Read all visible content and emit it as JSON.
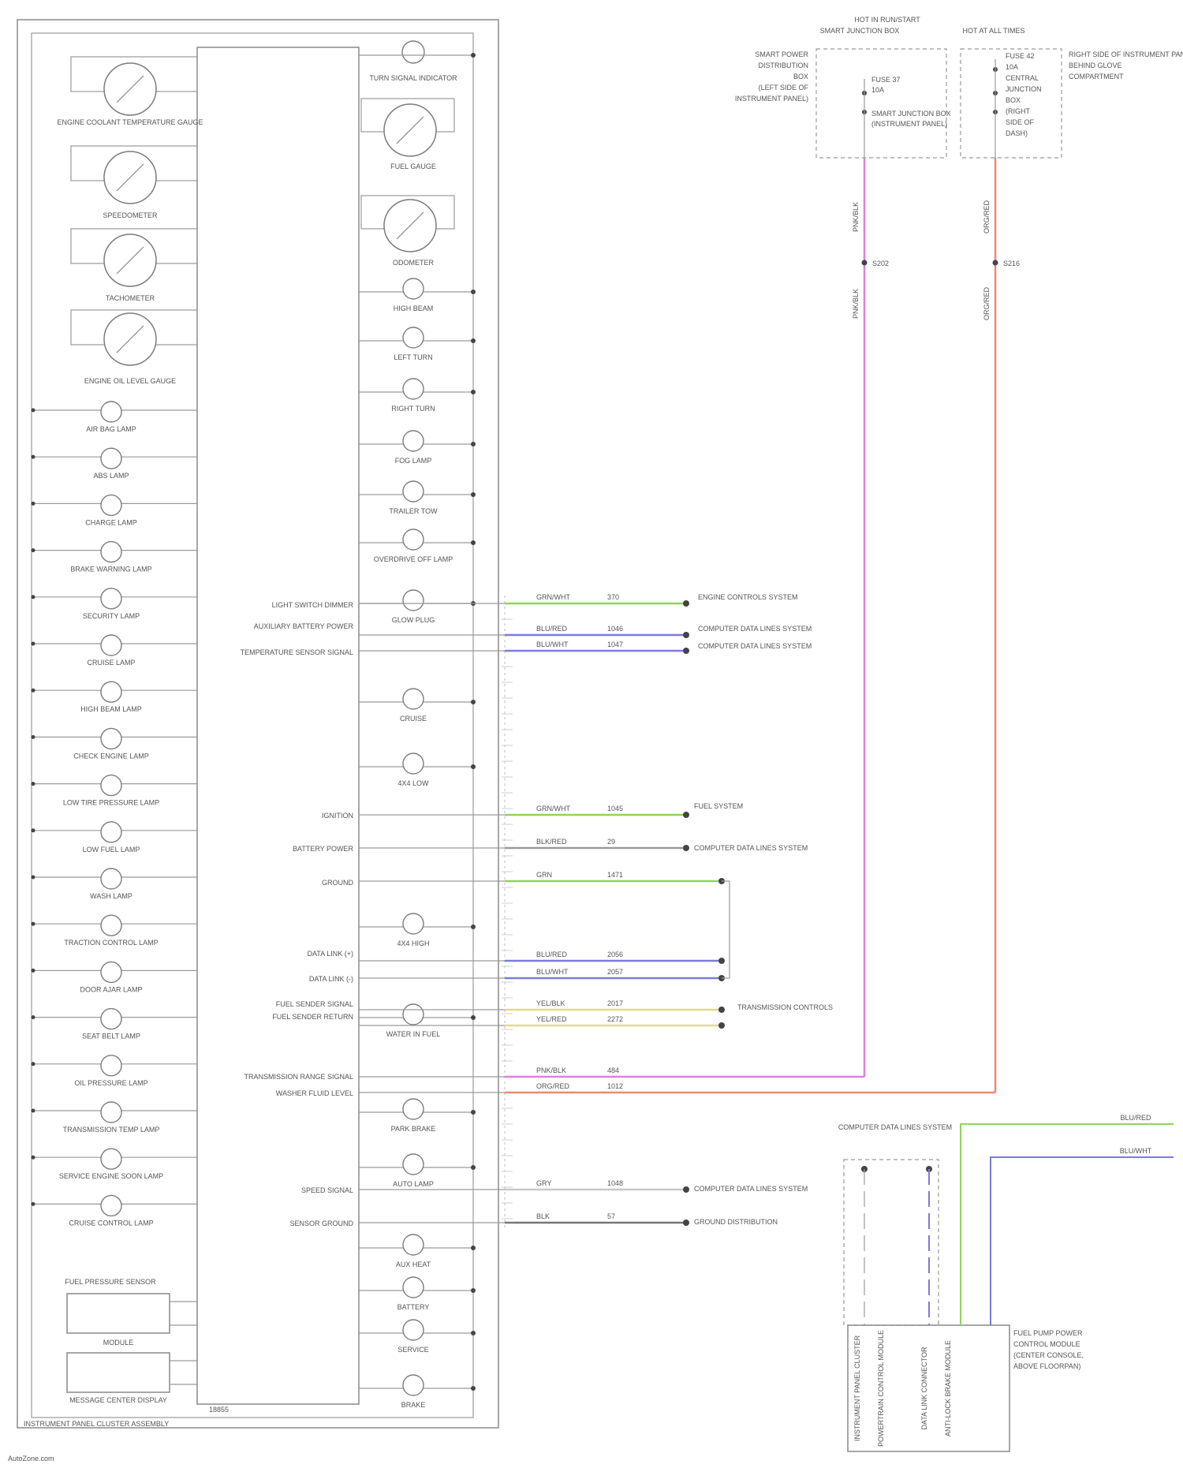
{
  "diagram": {
    "caption": "INSTRUMENT PANEL CLUSTER ASSEMBLY",
    "footer_code": "18855",
    "module_note": "MODULE",
    "left_column": {
      "gauges": [
        "ENGINE COOLANT TEMPERATURE GAUGE",
        "SPEEDOMETER",
        "TACHOMETER",
        "ENGINE OIL LEVEL GAUGE"
      ],
      "lamps": [
        "AIR BAG LAMP",
        "ABS LAMP",
        "CHARGE LAMP",
        "BRAKE WARNING LAMP",
        "SECURITY LAMP",
        "CRUISE LAMP",
        "HIGH BEAM LAMP",
        "CHECK ENGINE LAMP",
        "LOW TIRE PRESSURE LAMP",
        "LOW FUEL LAMP",
        "WASH LAMP",
        "TRACTION CONTROL LAMP",
        "DOOR AJAR LAMP",
        "SEAT BELT LAMP",
        "OIL PRESSURE LAMP",
        "TRANSMISSION TEMP LAMP",
        "SERVICE ENGINE SOON LAMP",
        "CRUISE CONTROL LAMP"
      ],
      "boxes": [
        "FUEL PRESSURE SENSOR",
        "MESSAGE CENTER DISPLAY"
      ]
    },
    "right_column": {
      "top_lamp": "TURN SIGNAL INDICATOR",
      "gauges": [
        "FUEL GAUGE",
        "ODOMETER"
      ],
      "lamps": [
        "HIGH BEAM",
        "LEFT TURN",
        "RIGHT TURN",
        "FOG LAMP",
        "TRAILER TOW",
        "OVERDRIVE OFF LAMP",
        "GLOW PLUG",
        "CRUISE",
        "4X4 LOW",
        "4X4 HIGH",
        "WATER IN FUEL",
        "PARK BRAKE",
        "AUTO LAMP",
        "AUX HEAT",
        "BATTERY",
        "SERVICE",
        "BRAKE"
      ]
    },
    "pin_labels": [
      "LIGHT SWITCH DIMMER",
      "AUXILIARY BATTERY POWER",
      "TEMPERATURE SENSOR SIGNAL",
      "IGNITION",
      "BATTERY POWER",
      "GROUND",
      "DATA LINK (+)",
      "DATA LINK (-)",
      "FUEL SENDER SIGNAL",
      "FUEL SENDER RETURN",
      "TRANSMISSION RANGE SIGNAL",
      "WASHER FLUID LEVEL",
      "SPEED SIGNAL",
      "SENSOR GROUND"
    ],
    "destinations": [
      "ENGINE CONTROLS SYSTEM",
      "COMPUTER DATA LINES SYSTEM",
      "COMPUTER DATA LINES SYSTEM",
      "FUEL SYSTEM",
      "COMPUTER DATA LINES SYSTEM",
      "TRANSMISSION CONTROLS",
      "COMPUTER DATA LINES SYSTEM",
      "GROUND DISTRIBUTION"
    ],
    "wires": [
      {
        "color": "GRN/WHT",
        "circuit": "370",
        "stroke": "#8fd45a"
      },
      {
        "color": "BLU/RED",
        "circuit": "1046",
        "stroke": "#7b7bdc"
      },
      {
        "color": "BLU/WHT",
        "circuit": "1047",
        "stroke": "#7b7bdc"
      },
      {
        "color": "GRN/WHT",
        "circuit": "1045",
        "stroke": "#8fd45a"
      },
      {
        "color": "BLK/RED",
        "circuit": "29",
        "stroke": "#9a9a9a"
      },
      {
        "color": "GRN",
        "circuit": "1471",
        "stroke": "#8fd45a"
      },
      {
        "color": "BLU/RED",
        "circuit": "2056",
        "stroke": "#7b7bdc"
      },
      {
        "color": "BLU/WHT",
        "circuit": "2057",
        "stroke": "#7b7bdc"
      },
      {
        "color": "YEL/BLK",
        "circuit": "2017",
        "stroke": "#e0dc8a"
      },
      {
        "color": "YEL/RED",
        "circuit": "2272",
        "stroke": "#e0dc8a"
      },
      {
        "color": "PNK/BLK",
        "circuit": "484",
        "stroke": "#e07de0"
      },
      {
        "color": "ORG/RED",
        "circuit": "1012",
        "stroke": "#ee8878"
      },
      {
        "color": "GRY",
        "circuit": "1048",
        "stroke": "#c8c8c8"
      },
      {
        "color": "BLK",
        "circuit": "57",
        "stroke": "#777777"
      }
    ],
    "fuse_blocks": [
      {
        "title": "HOT IN RUN/START",
        "subtitle": "SMART JUNCTION BOX",
        "lines": [
          "FUSE 37",
          "10A",
          "SMART JUNCTION BOX",
          "(INSTRUMENT PANEL)"
        ],
        "side_lines": [
          "SMART POWER",
          "DISTRIBUTION",
          "BOX",
          "(LEFT SIDE OF",
          "INSTRUMENT PANEL)"
        ],
        "wire_label": "PNK/BLK",
        "splice": "S202"
      },
      {
        "title": "HOT AT ALL TIMES",
        "subtitle": "",
        "lines": [
          "FUSE 42",
          "10A",
          "CENTRAL",
          "JUNCTION",
          "BOX",
          "(RIGHT",
          "SIDE OF",
          "DASH)"
        ],
        "side_lines": [
          "RIGHT SIDE OF INSTRUMENT PANEL",
          "BEHIND GLOVE",
          "COMPARTMENT"
        ],
        "wire_label": "ORG/RED",
        "splice": "S216"
      }
    ],
    "bottom_right": {
      "box_title": "COMPUTER DATA LINES SYSTEM",
      "labels": [
        "INSTRUMENT PANEL CLUSTER",
        "POWERTRAIN CONTROL MODULE",
        "DATA LINK CONNECTOR",
        "ANTI-LOCK BRAKE MODULE"
      ],
      "wire_tags": [
        "BLU/RED",
        "BLU/WHT"
      ],
      "side_note": [
        "FUEL PUMP POWER",
        "CONTROL MODULE",
        "(CENTER CONSOLE,",
        "ABOVE FLOORPAN)"
      ]
    },
    "credit": "AutoZone.com"
  }
}
